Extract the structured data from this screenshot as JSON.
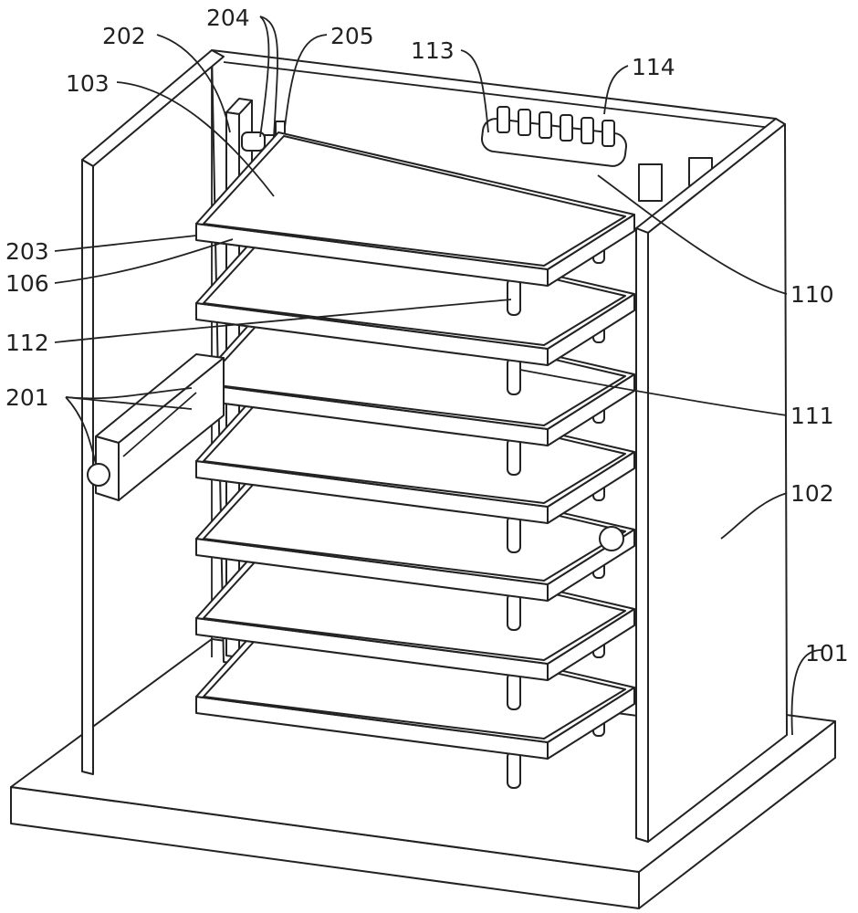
{
  "figure": {
    "labels": {
      "l204": "204",
      "l205": "205",
      "l202": "202",
      "l103": "103",
      "l113": "113",
      "l114": "114",
      "l203": "203",
      "l106": "106",
      "l110": "110",
      "l112": "112",
      "l111": "111",
      "l201": "201",
      "l102": "102",
      "l101": "101"
    }
  }
}
